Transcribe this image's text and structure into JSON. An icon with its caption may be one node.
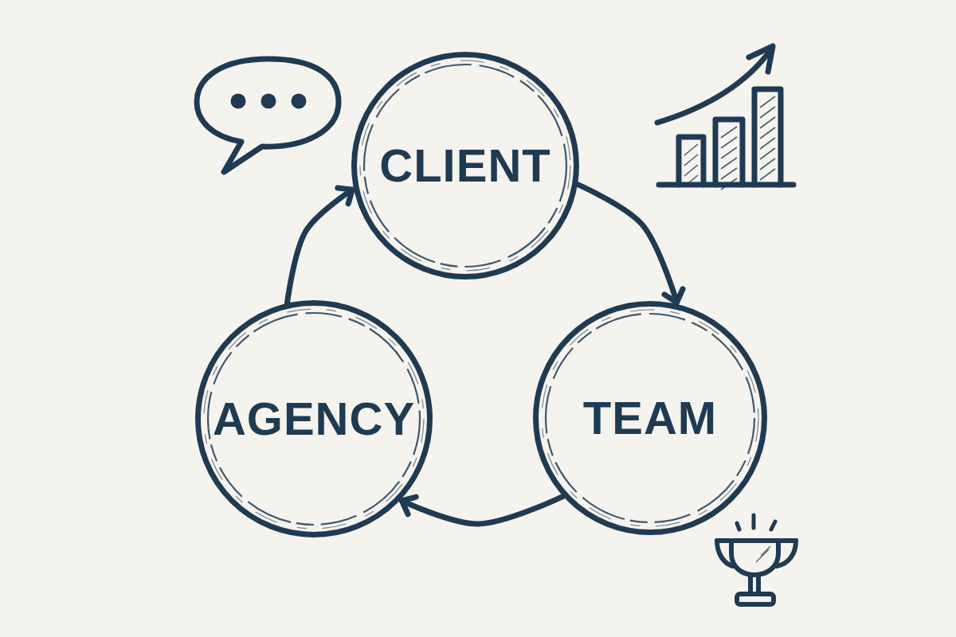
{
  "diagram": {
    "nodes": [
      {
        "text": [
          "CLIENT"
        ]
      },
      {
        "text": [
          "TEAM"
        ]
      },
      {
        "text": [
          "AGENCY"
        ]
      }
    ],
    "edges": [
      {
        "from": 0,
        "to": 1,
        "arrow": "to"
      },
      {
        "from": 1,
        "to": 2,
        "arrow": "to"
      },
      {
        "from": 2,
        "to": 0,
        "arrow": "to"
      }
    ]
  }
}
